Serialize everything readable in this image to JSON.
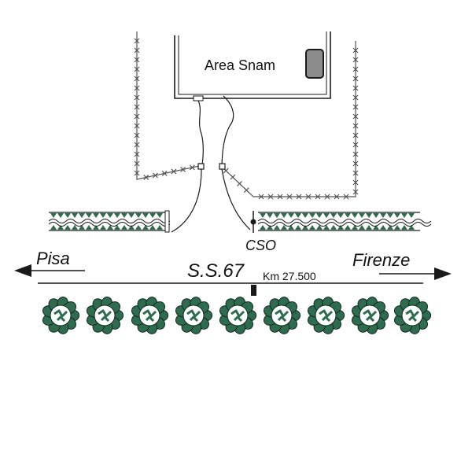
{
  "labels": {
    "area": "Area Snam",
    "cso": "CSO",
    "road": "S.S.67",
    "km": "Km 27.500",
    "left_direction": "Pisa",
    "right_direction": "Firenze"
  },
  "colors": {
    "line": "#1a1a1a",
    "fence": "#555555",
    "tree_fill": "#2e6b4f",
    "hedge_fill": "#2e6b4f",
    "equipment_fill": "#8c8c8c"
  },
  "icons": {
    "fence": "cross-marks",
    "tree": "round-shrub",
    "equipment": "gray-rounded-box",
    "arrow": "arrowhead"
  }
}
